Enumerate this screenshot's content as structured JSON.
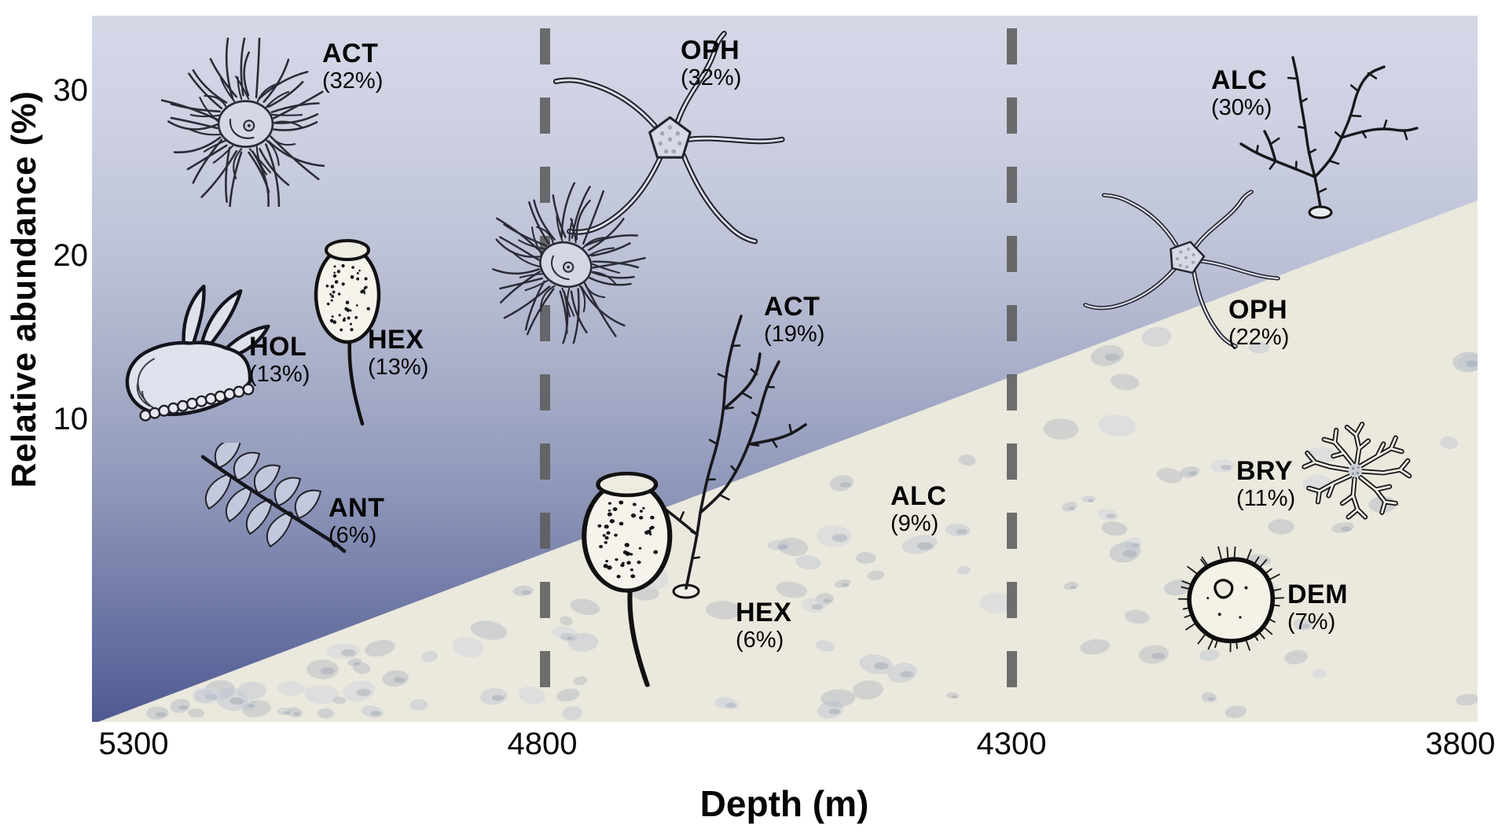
{
  "chart_data": {
    "type": "pictorial",
    "title": "",
    "xlabel": "Depth (m)",
    "ylabel": "Relative abundance (%)",
    "x_tick_labels": [
      "5300",
      "4800",
      "4300",
      "3800"
    ],
    "y_tick_labels": [
      "30",
      "20",
      "10"
    ],
    "y_tick_values": [
      30,
      20,
      10
    ],
    "x_axis_direction": "depth decreases left to right",
    "zone_boundaries_depth_m": [
      4800,
      4300
    ],
    "layout_note": "vertical position of each taxon icon encodes its relative abundance; dashed grey lines divide three depth zones; lower-right wedge is sediment seafloor, upper-left is water-column gradient",
    "zones": [
      {
        "depth_range_m": [
          5300,
          4800
        ],
        "taxa": [
          {
            "code": "ACT",
            "pct": 32,
            "pct_label": "(32%)",
            "icon": "sea-anemone-illustration"
          },
          {
            "code": "HOL",
            "pct": 13,
            "pct_label": "(13%)",
            "icon": "sea-cucumber-illustration"
          },
          {
            "code": "HEX",
            "pct": 13,
            "pct_label": "(13%)",
            "icon": "stalked-sponge-illustration"
          },
          {
            "code": "ANT",
            "pct": 6,
            "pct_label": "(6%)",
            "icon": "sea-pen-illustration"
          }
        ]
      },
      {
        "depth_range_m": [
          4800,
          4300
        ],
        "taxa": [
          {
            "code": "OPH",
            "pct": 32,
            "pct_label": "(32%)",
            "icon": "brittle-star-illustration"
          },
          {
            "code": "ACT",
            "pct": 19,
            "pct_label": "(19%)",
            "icon": "sea-anemone-illustration"
          },
          {
            "code": "ALC",
            "pct": 9,
            "pct_label": "(9%)",
            "icon": "branching-soft-coral-illustration"
          },
          {
            "code": "HEX",
            "pct": 6,
            "pct_label": "(6%)",
            "icon": "stalked-sponge-illustration"
          }
        ]
      },
      {
        "depth_range_m": [
          4300,
          3800
        ],
        "taxa": [
          {
            "code": "ALC",
            "pct": 30,
            "pct_label": "(30%)",
            "icon": "branching-soft-coral-illustration"
          },
          {
            "code": "OPH",
            "pct": 22,
            "pct_label": "(22%)",
            "icon": "brittle-star-illustration"
          },
          {
            "code": "BRY",
            "pct": 11,
            "pct_label": "(11%)",
            "icon": "bryozoan-illustration"
          },
          {
            "code": "DEM",
            "pct": 7,
            "pct_label": "(7%)",
            "icon": "round-demosponge-illustration"
          }
        ]
      }
    ],
    "colors": {
      "water_top": "#d5d8e7",
      "water_bottom": "#4f5a92",
      "seafloor": "#ebe8dd",
      "zone_divider": "#5c5c5c",
      "text": "#050505"
    }
  }
}
